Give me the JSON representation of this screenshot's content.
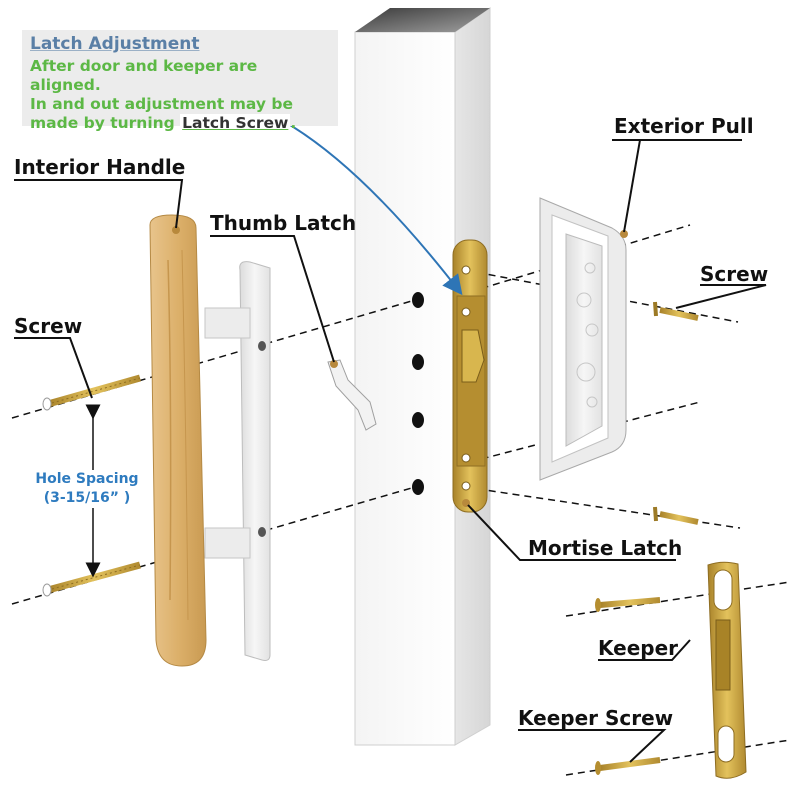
{
  "callout": {
    "title": "Latch Adjustment",
    "line1": "After door and keeper are aligned.",
    "line2": "In and out adjustment may be",
    "line3_prefix": "made by turning ",
    "line3_highlight": "Latch Screw",
    "line3_suffix": "."
  },
  "labels": {
    "exterior_pull": "Exterior Pull",
    "interior_handle": "Interior Handle",
    "thumb_latch": "Thumb Latch",
    "screw_right": "Screw",
    "screw_left": "Screw",
    "mortise_latch": "Mortise Latch",
    "keeper": "Keeper",
    "keeper_screw": "Keeper Screw"
  },
  "hole_spacing": {
    "title": "Hole Spacing",
    "value": "(3-15/16” )"
  },
  "colors": {
    "callout_title": "#5a7fa6",
    "callout_text": "#5cb845",
    "hole_spacing": "#2e7bbf",
    "arrow": "#2e75b6",
    "brass": "#c9a23a",
    "wood": "#dcb06a"
  }
}
